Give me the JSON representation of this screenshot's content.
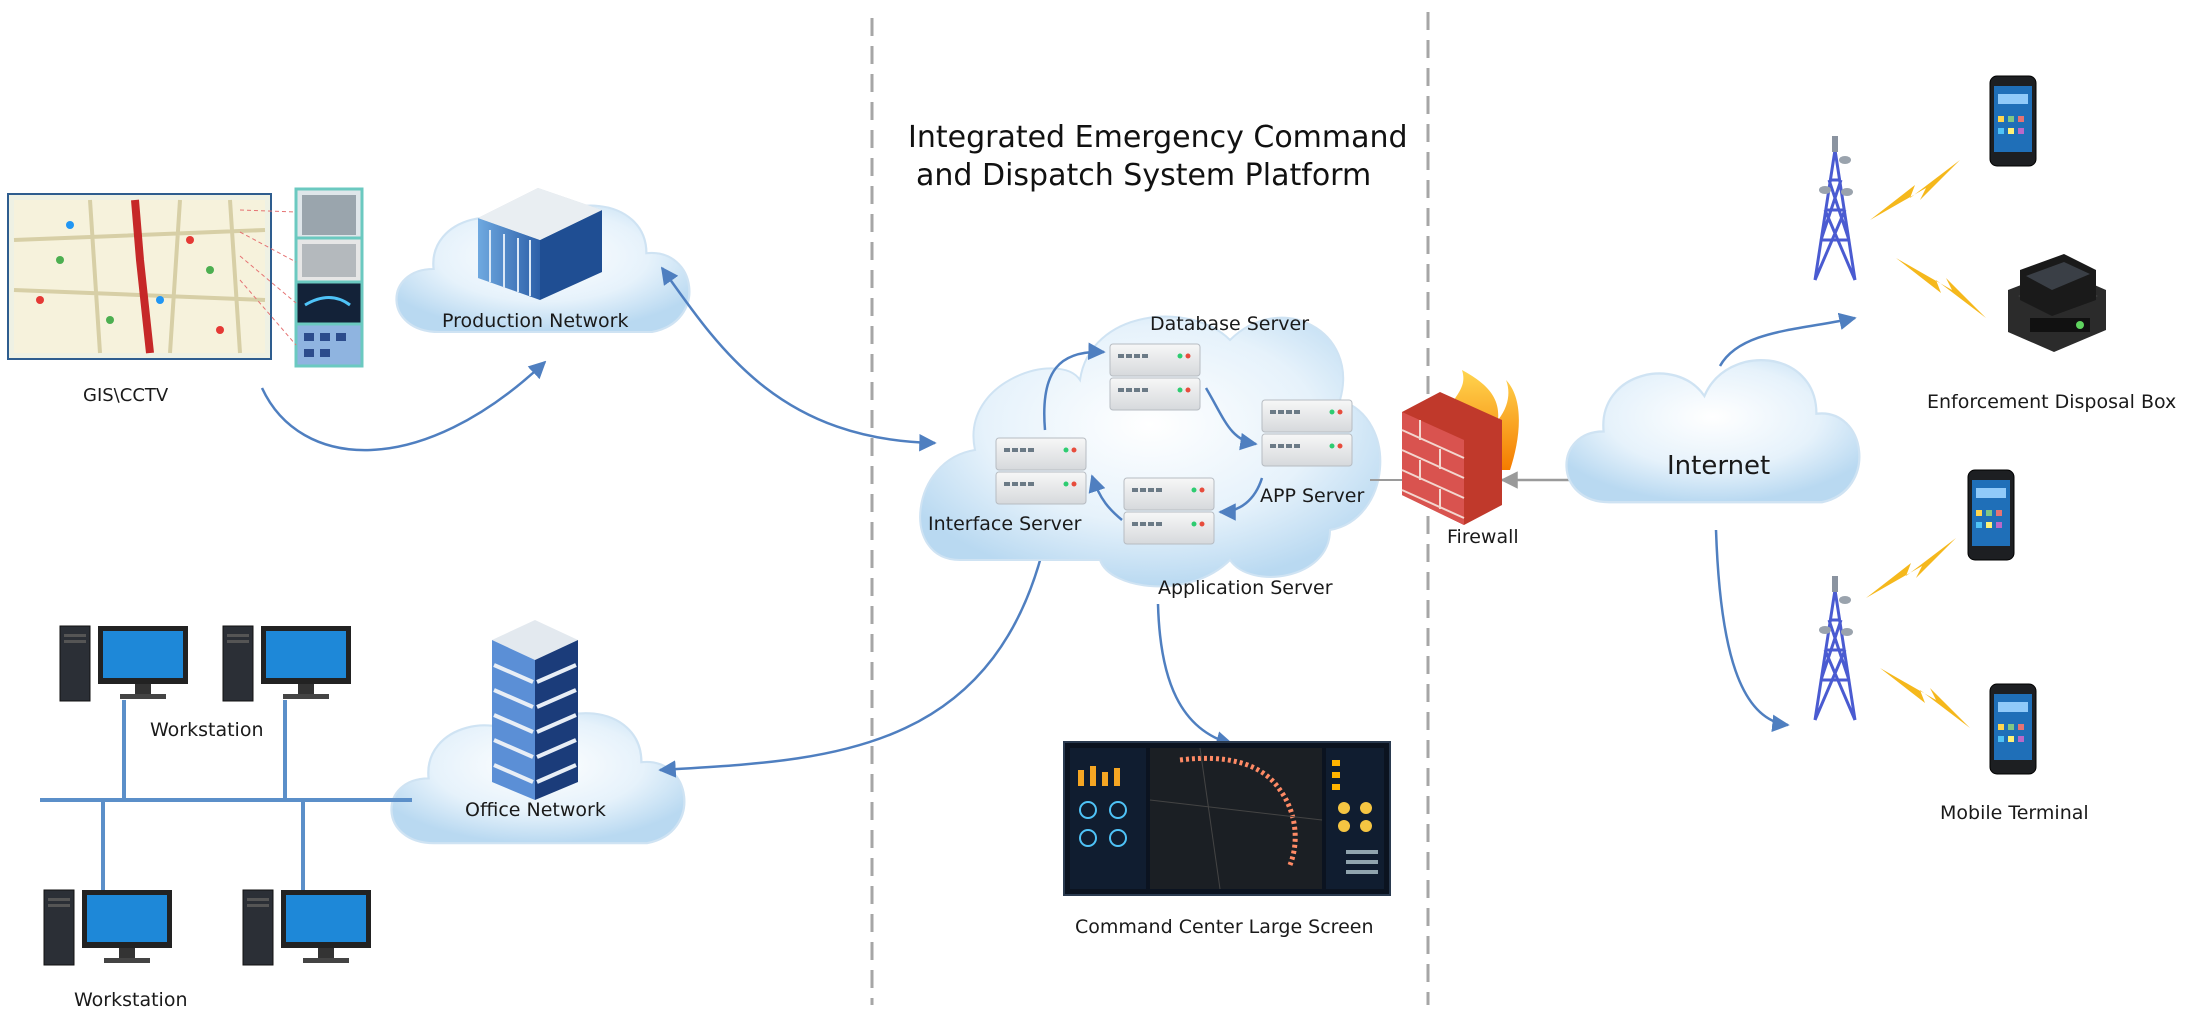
{
  "title_line1": "Integrated Emergency Command",
  "title_line2": "and Dispatch System Platform",
  "labels": {
    "gis_cctv": "GIS\\CCTV",
    "production_network": "Production Network",
    "office_network": "Office Network",
    "workstation_top": "Workstation",
    "workstation_bottom": "Workstation",
    "database_server": "Database Server",
    "app_server": "APP Server",
    "interface_server": "Interface Server",
    "application_server": "Application Server",
    "firewall": "Firewall",
    "internet": "Internet",
    "command_center": "Command Center Large Screen",
    "enforcement_box": "Enforcement Disposal Box",
    "mobile_terminal": "Mobile Terminal"
  },
  "colors": {
    "cloud": "#d9ecf8",
    "arrow": "#4f7fc0",
    "divider": "#9a9a9a",
    "lan": "#5b8fc9",
    "monitor": "#1e88d8",
    "firewall": "#c0392b",
    "lightning": "#f5b81c"
  },
  "icons": [
    "server-icon",
    "building-icon",
    "monitor-icon",
    "tower-icon",
    "phone-icon",
    "firewall-icon",
    "lightning-icon",
    "cloud-icon",
    "map-icon",
    "dashboard-icon"
  ]
}
